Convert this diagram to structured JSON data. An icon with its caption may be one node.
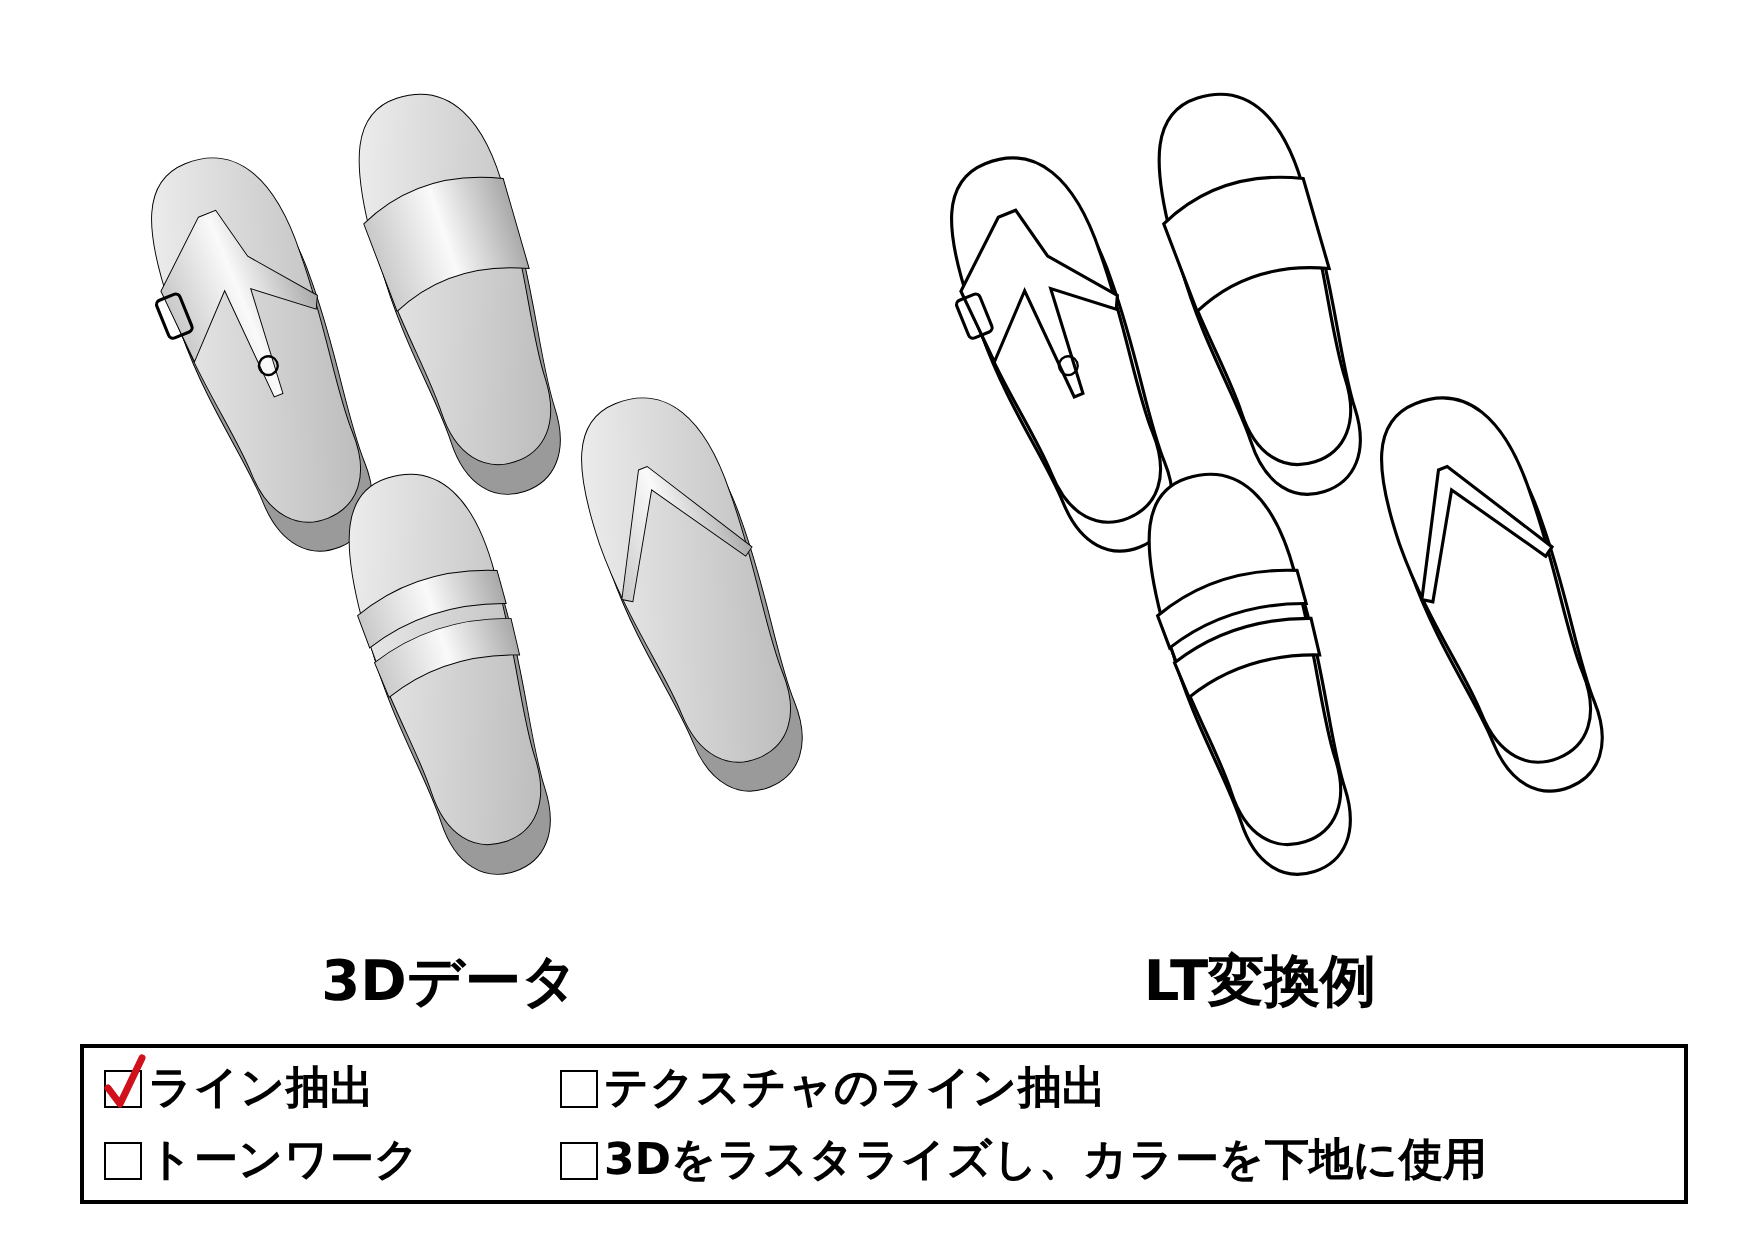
{
  "diagram": {
    "labels": [
      "3Dデータ",
      "LT変換例",
      "ライン抽出",
      "テクスチャのライン抽出",
      "トーンワーク",
      "3Dをラスタライズし、カラーを下地に使用"
    ]
  }
}
